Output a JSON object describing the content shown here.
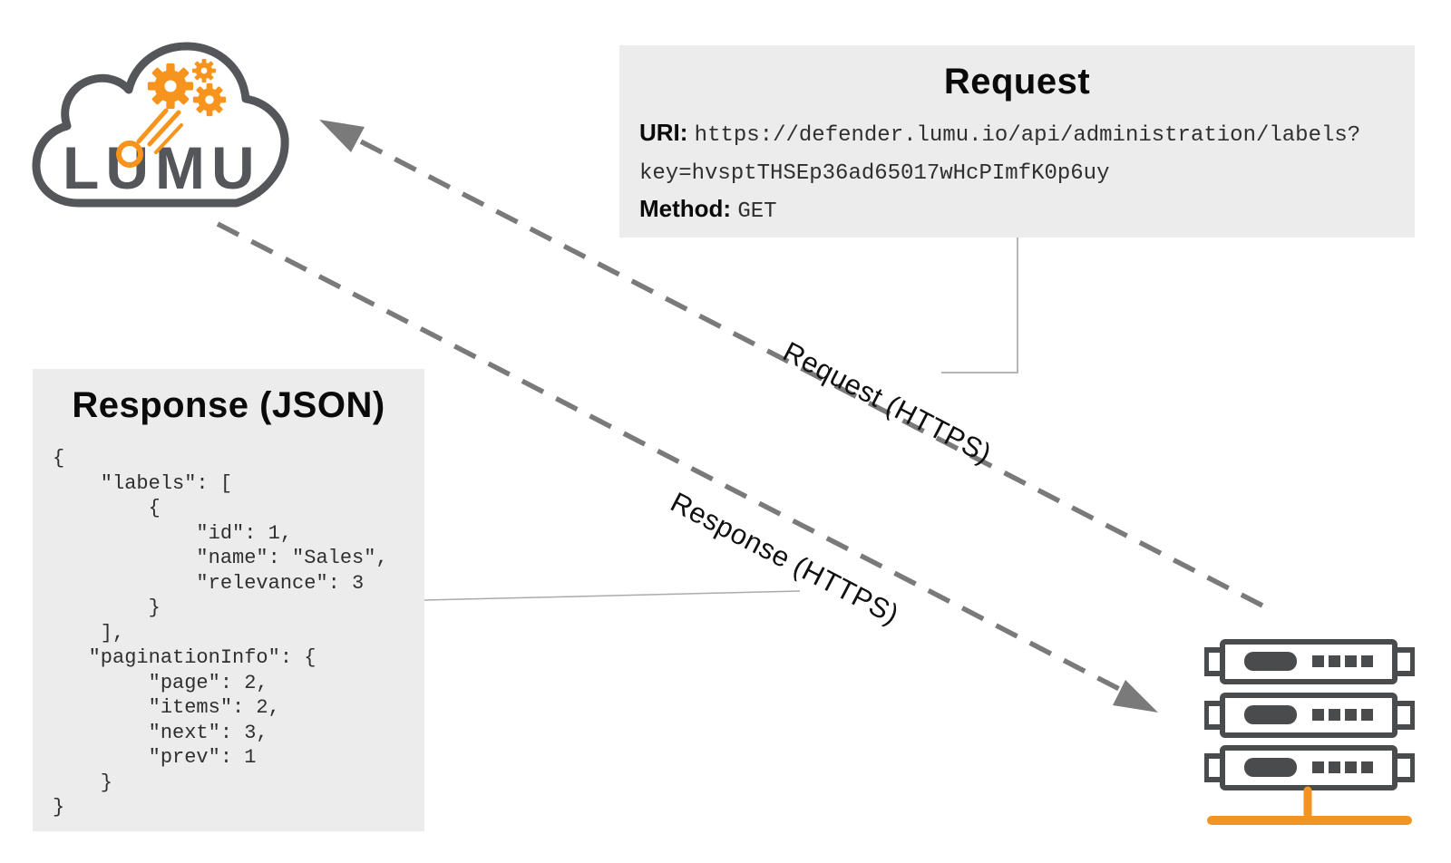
{
  "logo": {
    "text": "LUMU"
  },
  "request_box": {
    "title": "Request",
    "uri_label": "URI:",
    "uri_line1": "https://defender.lumu.io/api/administration/labels?",
    "uri_line2": "key=hvsptTHSEp36ad65017wHcPImfK0p6uy",
    "method_label": "Method:",
    "method_value": "GET"
  },
  "response_box": {
    "title": "Response (JSON)",
    "json": "{\n    \"labels\": [\n        {\n            \"id\": 1,\n            \"name\": \"Sales\",\n            \"relevance\": 3\n        }\n    ],\n   \"paginationInfo\": {\n        \"page\": 2,\n        \"items\": 2,\n        \"next\": 3,\n        \"prev\": 1\n    }\n}"
  },
  "arrows": {
    "request_label": "Request (HTTPS)",
    "response_label": "Response (HTTPS)"
  },
  "colors": {
    "accent_orange": "#f7941d",
    "server_orange": "#f29422",
    "dark_gray": "#55565a",
    "arrow_gray": "#7a7a7a",
    "box_bg": "#ececec"
  }
}
